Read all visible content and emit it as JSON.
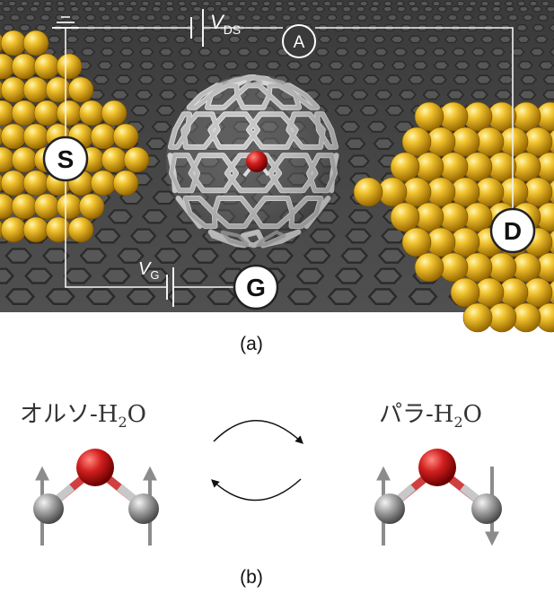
{
  "panel_a": {
    "caption": "(a)",
    "terminals": {
      "source": "S",
      "drain": "D",
      "gate": "G",
      "ammeter": "A"
    },
    "voltages": {
      "vds_main": "V",
      "vds_sub": "DS",
      "vg_main": "V",
      "vg_sub": "G"
    }
  },
  "panel_b": {
    "caption": "(b)",
    "ortho_prefix": "オルソ-H",
    "ortho_sub": "2",
    "ortho_suffix": "O",
    "para_prefix": "パラ-H",
    "para_sub": "2",
    "para_suffix": "O"
  },
  "colors": {
    "gold": "#e8b422",
    "graphene": "#4a4a4a",
    "oxygen": "#c21a1a",
    "hydrogen": "#8a8a8a"
  }
}
